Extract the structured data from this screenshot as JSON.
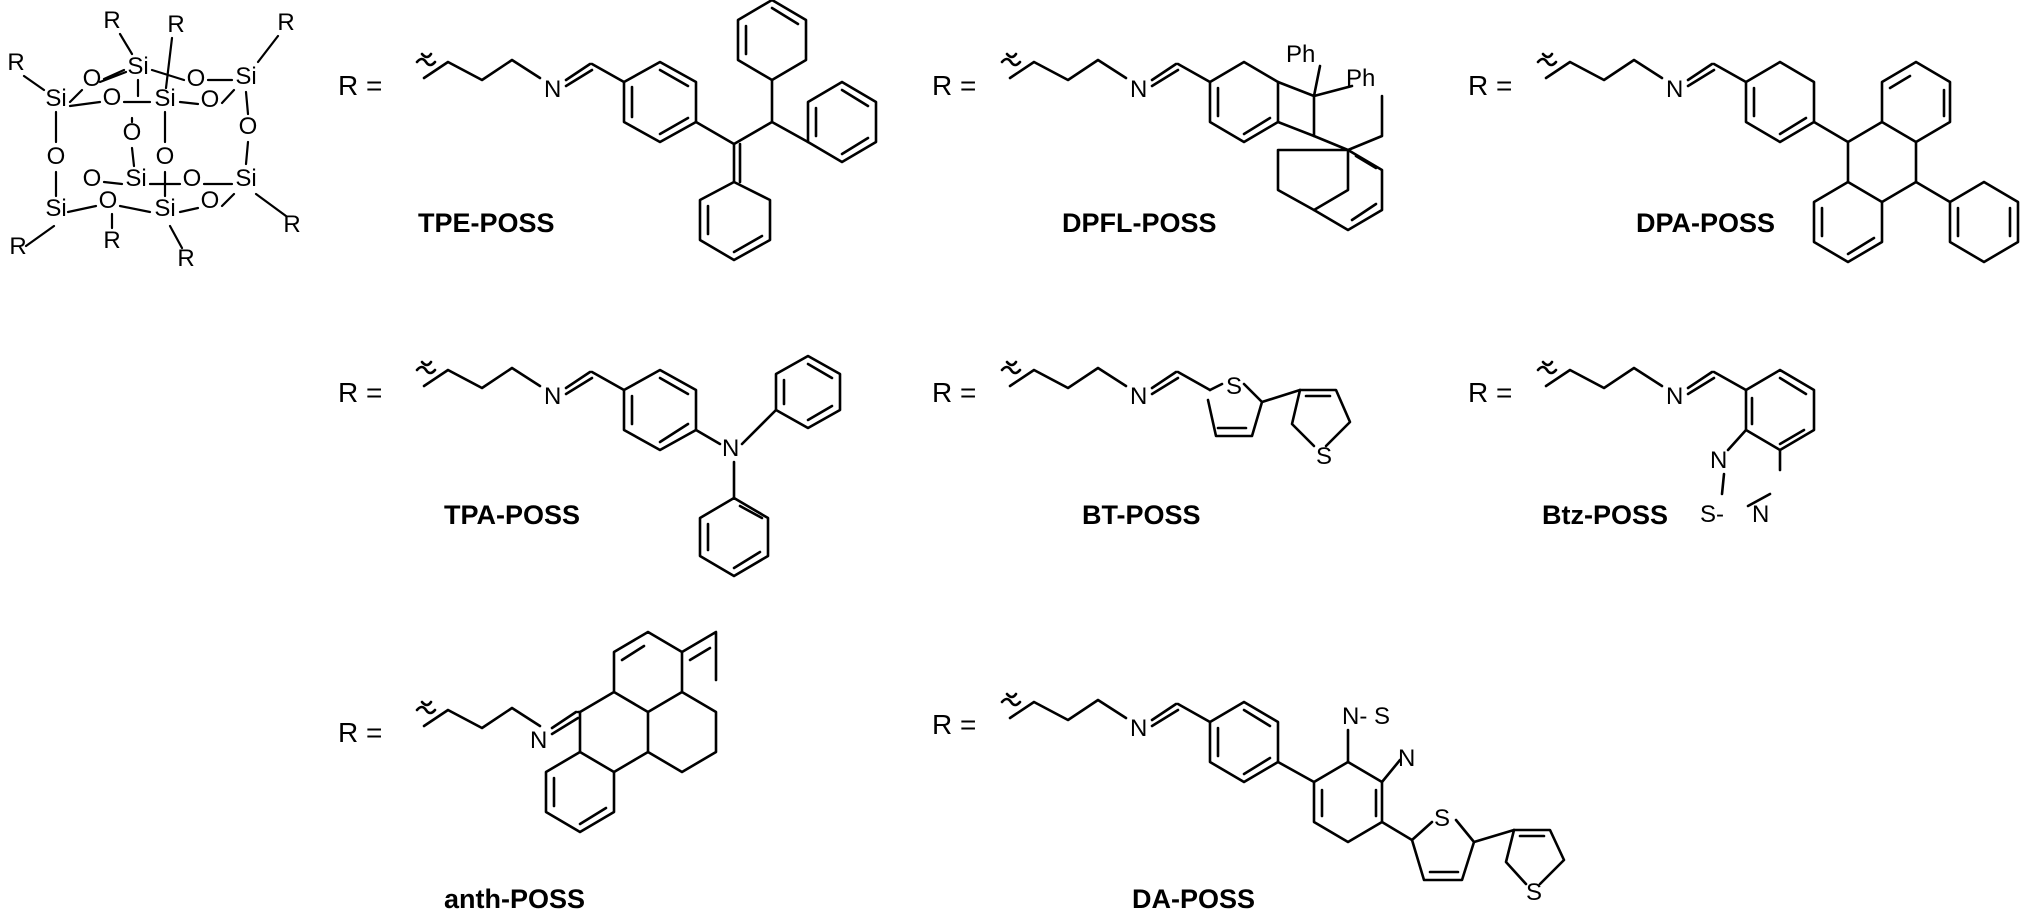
{
  "atoms": {
    "si": "Si",
    "o": "O",
    "r": "R",
    "n": "N",
    "s": "S",
    "ph": "Ph",
    "s_dash": "S-",
    "n_dash": "N-"
  },
  "r_equals": "R =",
  "compounds": [
    {
      "label": "TPE-POSS"
    },
    {
      "label": "DPFL-POSS"
    },
    {
      "label": "DPA-POSS"
    },
    {
      "label": "TPA-POSS"
    },
    {
      "label": "BT-POSS"
    },
    {
      "label": "Btz-POSS"
    },
    {
      "label": "anth-POSS"
    },
    {
      "label": "DA-POSS"
    }
  ]
}
